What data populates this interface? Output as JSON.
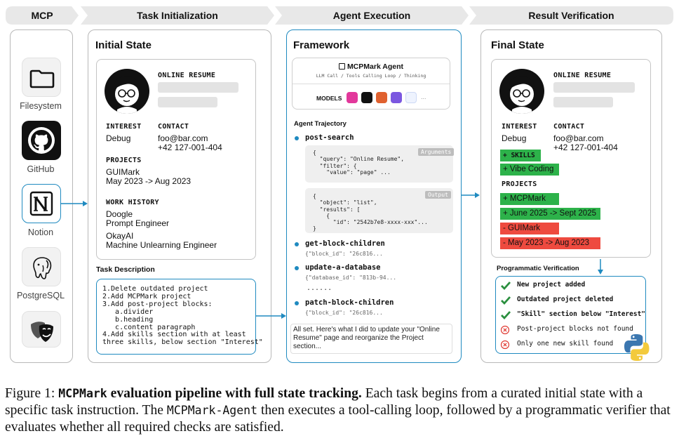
{
  "stages": [
    "MCP",
    "Task Initialization",
    "Agent Execution",
    "Result Verification"
  ],
  "mcp_services": [
    {
      "label": "Filesystem",
      "icon": "folder-icon"
    },
    {
      "label": "GitHub",
      "icon": "github-icon"
    },
    {
      "label": "Notion",
      "icon": "notion-icon"
    },
    {
      "label": "PostgreSQL",
      "icon": "postgresql-icon"
    },
    {
      "label": "",
      "icon": "playwright-icon"
    }
  ],
  "initial_state": {
    "title": "Initial State",
    "resume_heading": "ONLINE RESUME",
    "interest_label": "INTEREST",
    "interest_value": "Debug",
    "contact_label": "CONTACT",
    "contact_email": "foo@bar.com",
    "contact_phone": "+42 127-001-404",
    "projects_label": "PROJECTS",
    "project_name": "GUIMark",
    "project_dates": "May 2023 -> Aug 2023",
    "work_label": "WORK HISTORY",
    "work": [
      {
        "company": "Doogle",
        "role": "Prompt Engineer"
      },
      {
        "company": "OkayAI",
        "role": "Machine Unlearning Engineer"
      }
    ]
  },
  "task_description": {
    "title": "Task Description",
    "lines": [
      "1.Delete outdated project",
      "2.Add MCPMark project",
      "3.Add post-project blocks:",
      "   a.divider",
      "   b.heading",
      "   c.content paragraph",
      "4.Add skills section with at least",
      "three skills, below section \"Interest\""
    ]
  },
  "framework": {
    "title": "Framework",
    "agent_name": "MCPMark Agent",
    "agent_subtitle": "LLM Call / Tools Calling Loop / Thinking",
    "models_label": "MODELS",
    "models_more": "...",
    "model_colors": [
      "#e2389b",
      "#111111",
      "#e0612f",
      "#7b57e0",
      "#4a8df5"
    ],
    "trajectory_title": "Agent Trajectory",
    "steps": [
      {
        "name": "post-search",
        "arg": ""
      },
      {
        "name": "get-block-children",
        "arg": "{\"block_id\": \"26c816..."
      },
      {
        "name": "update-a-database",
        "arg": "{\"database_id\": \"813b-94..."
      },
      {
        "name": "patch-block-children",
        "arg": "{\"block_id\": \"26c816..."
      }
    ],
    "ellipsis": "......",
    "arguments_tag": "Arguments",
    "arguments_code": "{\n  \"query\": \"Online Resume\",\n  \"filter\": {\n    \"value\": \"page\" ...",
    "output_tag": "Output",
    "output_code": "{\n  \"object\": \"list\",\n  \"results\": [\n    {\n      \"id\": \"2542b7e8-xxxx-xxx\"...\n}",
    "summary": "All set. Here's what I did to update your \"Online Resume\" page and reorganize the Project section..."
  },
  "final_state": {
    "title": "Final State",
    "resume_heading": "ONLINE RESUME",
    "interest_label": "INTEREST",
    "interest_value": "Debug",
    "contact_label": "CONTACT",
    "contact_email": "foo@bar.com",
    "contact_phone": "+42 127-001-404",
    "skills_added": [
      "+ SKILLS",
      "+ Vibe Coding"
    ],
    "projects_label": "PROJECTS",
    "projects_added": [
      "+ MCPMark",
      "+ June 2025 -> Sept 2025"
    ],
    "projects_removed": [
      "-  GUIMark",
      "-  May 2023 -> Aug 2023"
    ],
    "add_color": "#2db24a",
    "remove_color": "#ee4a3f"
  },
  "verification": {
    "title": "Programmatic Verification",
    "checks": [
      {
        "text": "New project added",
        "passed": true
      },
      {
        "text": "Outdated project deleted",
        "passed": true
      },
      {
        "text": "\"Skill\" section below \"Interest\"",
        "passed": true
      },
      {
        "text": "Post-project blocks not found",
        "passed": false
      },
      {
        "text": "Only one new skill found",
        "passed": false
      }
    ]
  },
  "caption": {
    "prefix": "Figure 1: ",
    "title_mono": "MCPMark",
    "title_rest": " evaluation pipeline with full state tracking.",
    "body_1": " Each task begins from a curated initial state with a specific task instruction. The ",
    "body_mono": "MCPMark-Agent",
    "body_2": " then executes a tool-calling loop, followed by a programmatic verifier that evaluates whether all required checks are satisfied."
  }
}
